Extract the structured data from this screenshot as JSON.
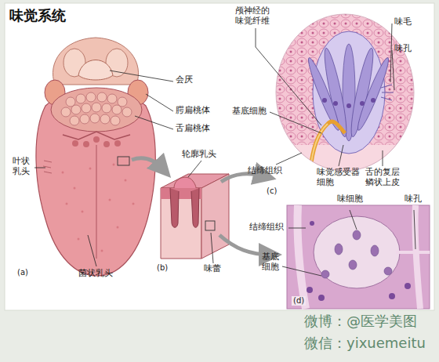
{
  "diagram": {
    "title": "味觉系统",
    "labels": [
      "会厌",
      "腭扁桃体",
      "舌扁桃体",
      "叶状乳头",
      "菌状乳头",
      "(a)",
      "轮廓乳头",
      "味蕾",
      "(b)",
      "颅神经的味觉纤维",
      "味毛",
      "味孔",
      "基底细胞",
      "结缔组织",
      "味觉感受器细胞",
      "舌的复层鳞状上皮",
      "(c)",
      "味细胞",
      "味孔",
      "结缔组织",
      "基底细胞",
      "(d)",
      "微博：@医学美图",
      "微信：yixuemeitu"
    ]
  }
}
